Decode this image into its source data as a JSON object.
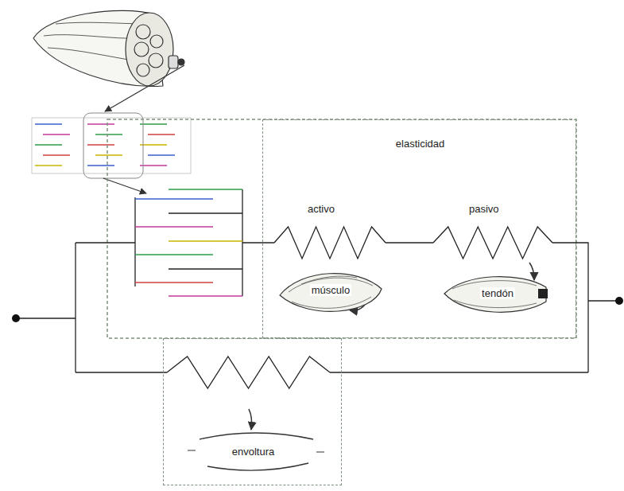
{
  "diagram": {
    "nodes": [
      {
        "text": [
          "elasticidad"
        ]
      },
      {
        "text": [
          "músculo"
        ],
        "in": 0
      },
      {
        "text": [
          "tendón"
        ],
        "in": 0
      },
      {
        "text": [
          "envoltura"
        ]
      }
    ],
    "labels": [
      "activo",
      "pasivo"
    ]
  }
}
